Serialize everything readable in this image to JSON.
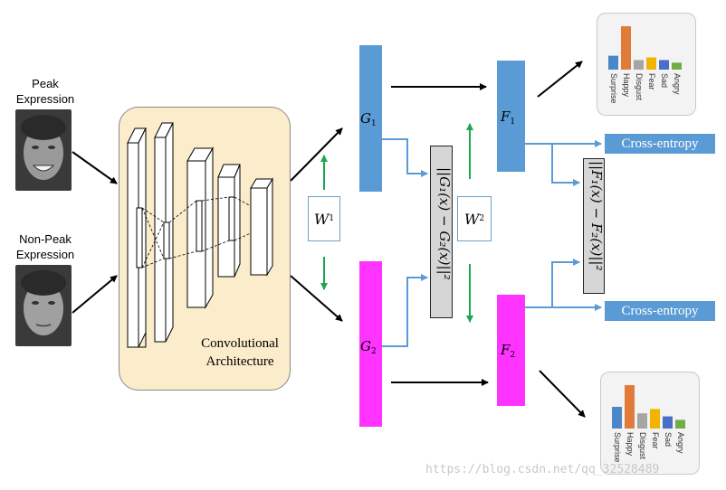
{
  "inputs": {
    "peak_label": "Peak\nExpression",
    "nonpeak_label": "Non-Peak\nExpression"
  },
  "conv": {
    "label": "Convolutional\nArchitecture"
  },
  "branches": {
    "g1": "G",
    "g1_sub": "1",
    "g2": "G",
    "g2_sub": "2",
    "f1": "F",
    "f1_sub": "1",
    "f2": "F",
    "f2_sub": "2",
    "w1": "W",
    "w1_sub": "1",
    "w2": "W",
    "w2_sub": "2"
  },
  "norms": {
    "g_norm": "||G₁(x) − G₂(x)||²",
    "f_norm": "||F₁(x) − F₂(x)||²"
  },
  "losses": {
    "ce_top": "Cross-entropy",
    "ce_bottom": "Cross-entropy"
  },
  "outputs": {
    "categories": [
      "Surprise",
      "Happy",
      "Disgust",
      "Fear",
      "Sad",
      "Angry"
    ],
    "top_values": [
      0.32,
      1.0,
      0.22,
      0.28,
      0.22,
      0.16
    ],
    "bottom_values": [
      0.5,
      1.0,
      0.35,
      0.45,
      0.28,
      0.2
    ],
    "bar_colors": [
      "#4a86c8",
      "#e07b39",
      "#a5a5a5",
      "#f2b400",
      "#4a6fc8",
      "#70ad47"
    ]
  },
  "colors": {
    "g_blue": "#5b9bd5",
    "g_magenta": "#ff33ff",
    "conv_fill": "#fbeccb",
    "weight_arrow": "#1aa84e",
    "flow_arrow": "#5b9bd5"
  },
  "watermark": "https://blog.csdn.net/qq_32528489"
}
